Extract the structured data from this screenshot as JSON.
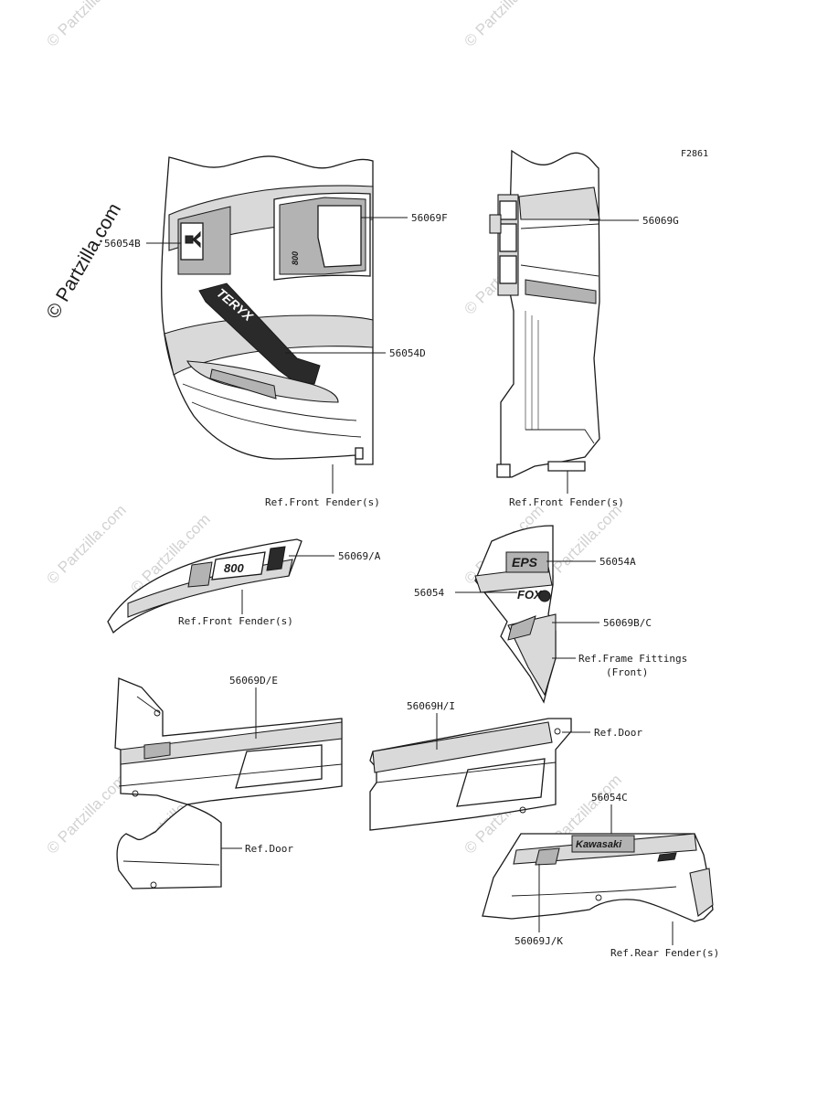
{
  "figure_code": "F2861",
  "watermarks": [
    "© Partzilla.com",
    "© Partzilla.com",
    "© Partzilla.com",
    "© Partzilla.com",
    "© Partzilla.com",
    "© Partzilla.com",
    "© Partzilla.com",
    "© Partzilla.com",
    "© Partzilla.com",
    "© Partzilla.com",
    "© Partzilla.com"
  ],
  "watermark_large": "© Partzilla.com",
  "callouts": {
    "p56054B": "56054B",
    "p56069F": "56069F",
    "p56054D": "56054D",
    "ref_front_fender_1": "Ref.Front Fender(s)",
    "p56069G": "56069G",
    "ref_front_fender_2": "Ref.Front Fender(s)",
    "p56069A": "56069/A",
    "ref_front_fender_3": "Ref.Front Fender(s)",
    "p56054A": "56054A",
    "p56054": "56054",
    "p56069BC": "56069B/C",
    "ref_frame_fittings_1": "Ref.Frame Fittings",
    "ref_frame_fittings_2": "(Front)",
    "p56069DE": "56069D/E",
    "p56069HI": "56069H/I",
    "ref_door_1": "Ref.Door",
    "ref_door_2": "Ref.Door",
    "p56054C": "56054C",
    "p56069JK": "56069J/K",
    "ref_rear_fender": "Ref.Rear Fender(s)"
  },
  "decals": {
    "kawasaki": "Kawasaki",
    "eps": "EPS",
    "fox": "FOX",
    "model_800": "800",
    "teryx": "TERYX"
  }
}
